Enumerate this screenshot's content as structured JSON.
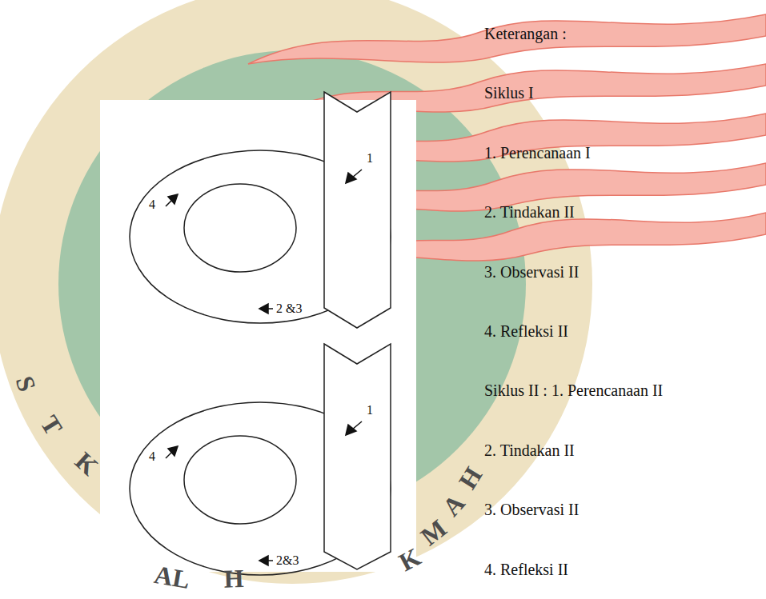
{
  "diagram": {
    "labels": [
      "Keterangan :",
      "Siklus I",
      "1. Perencanaan I",
      "2. Tindakan II",
      "3. Observasi II",
      "4. Refleksi II",
      "Siklus II : 1. Perencanaan II",
      "2. Tindakan II",
      "3. Observasi II",
      "4. Refleksi II",
      "1",
      "4",
      "2 &3",
      "1",
      "4",
      "2&3",
      "S",
      "T",
      "K",
      "AL",
      "H",
      "K",
      "M",
      "A",
      "H"
    ]
  }
}
